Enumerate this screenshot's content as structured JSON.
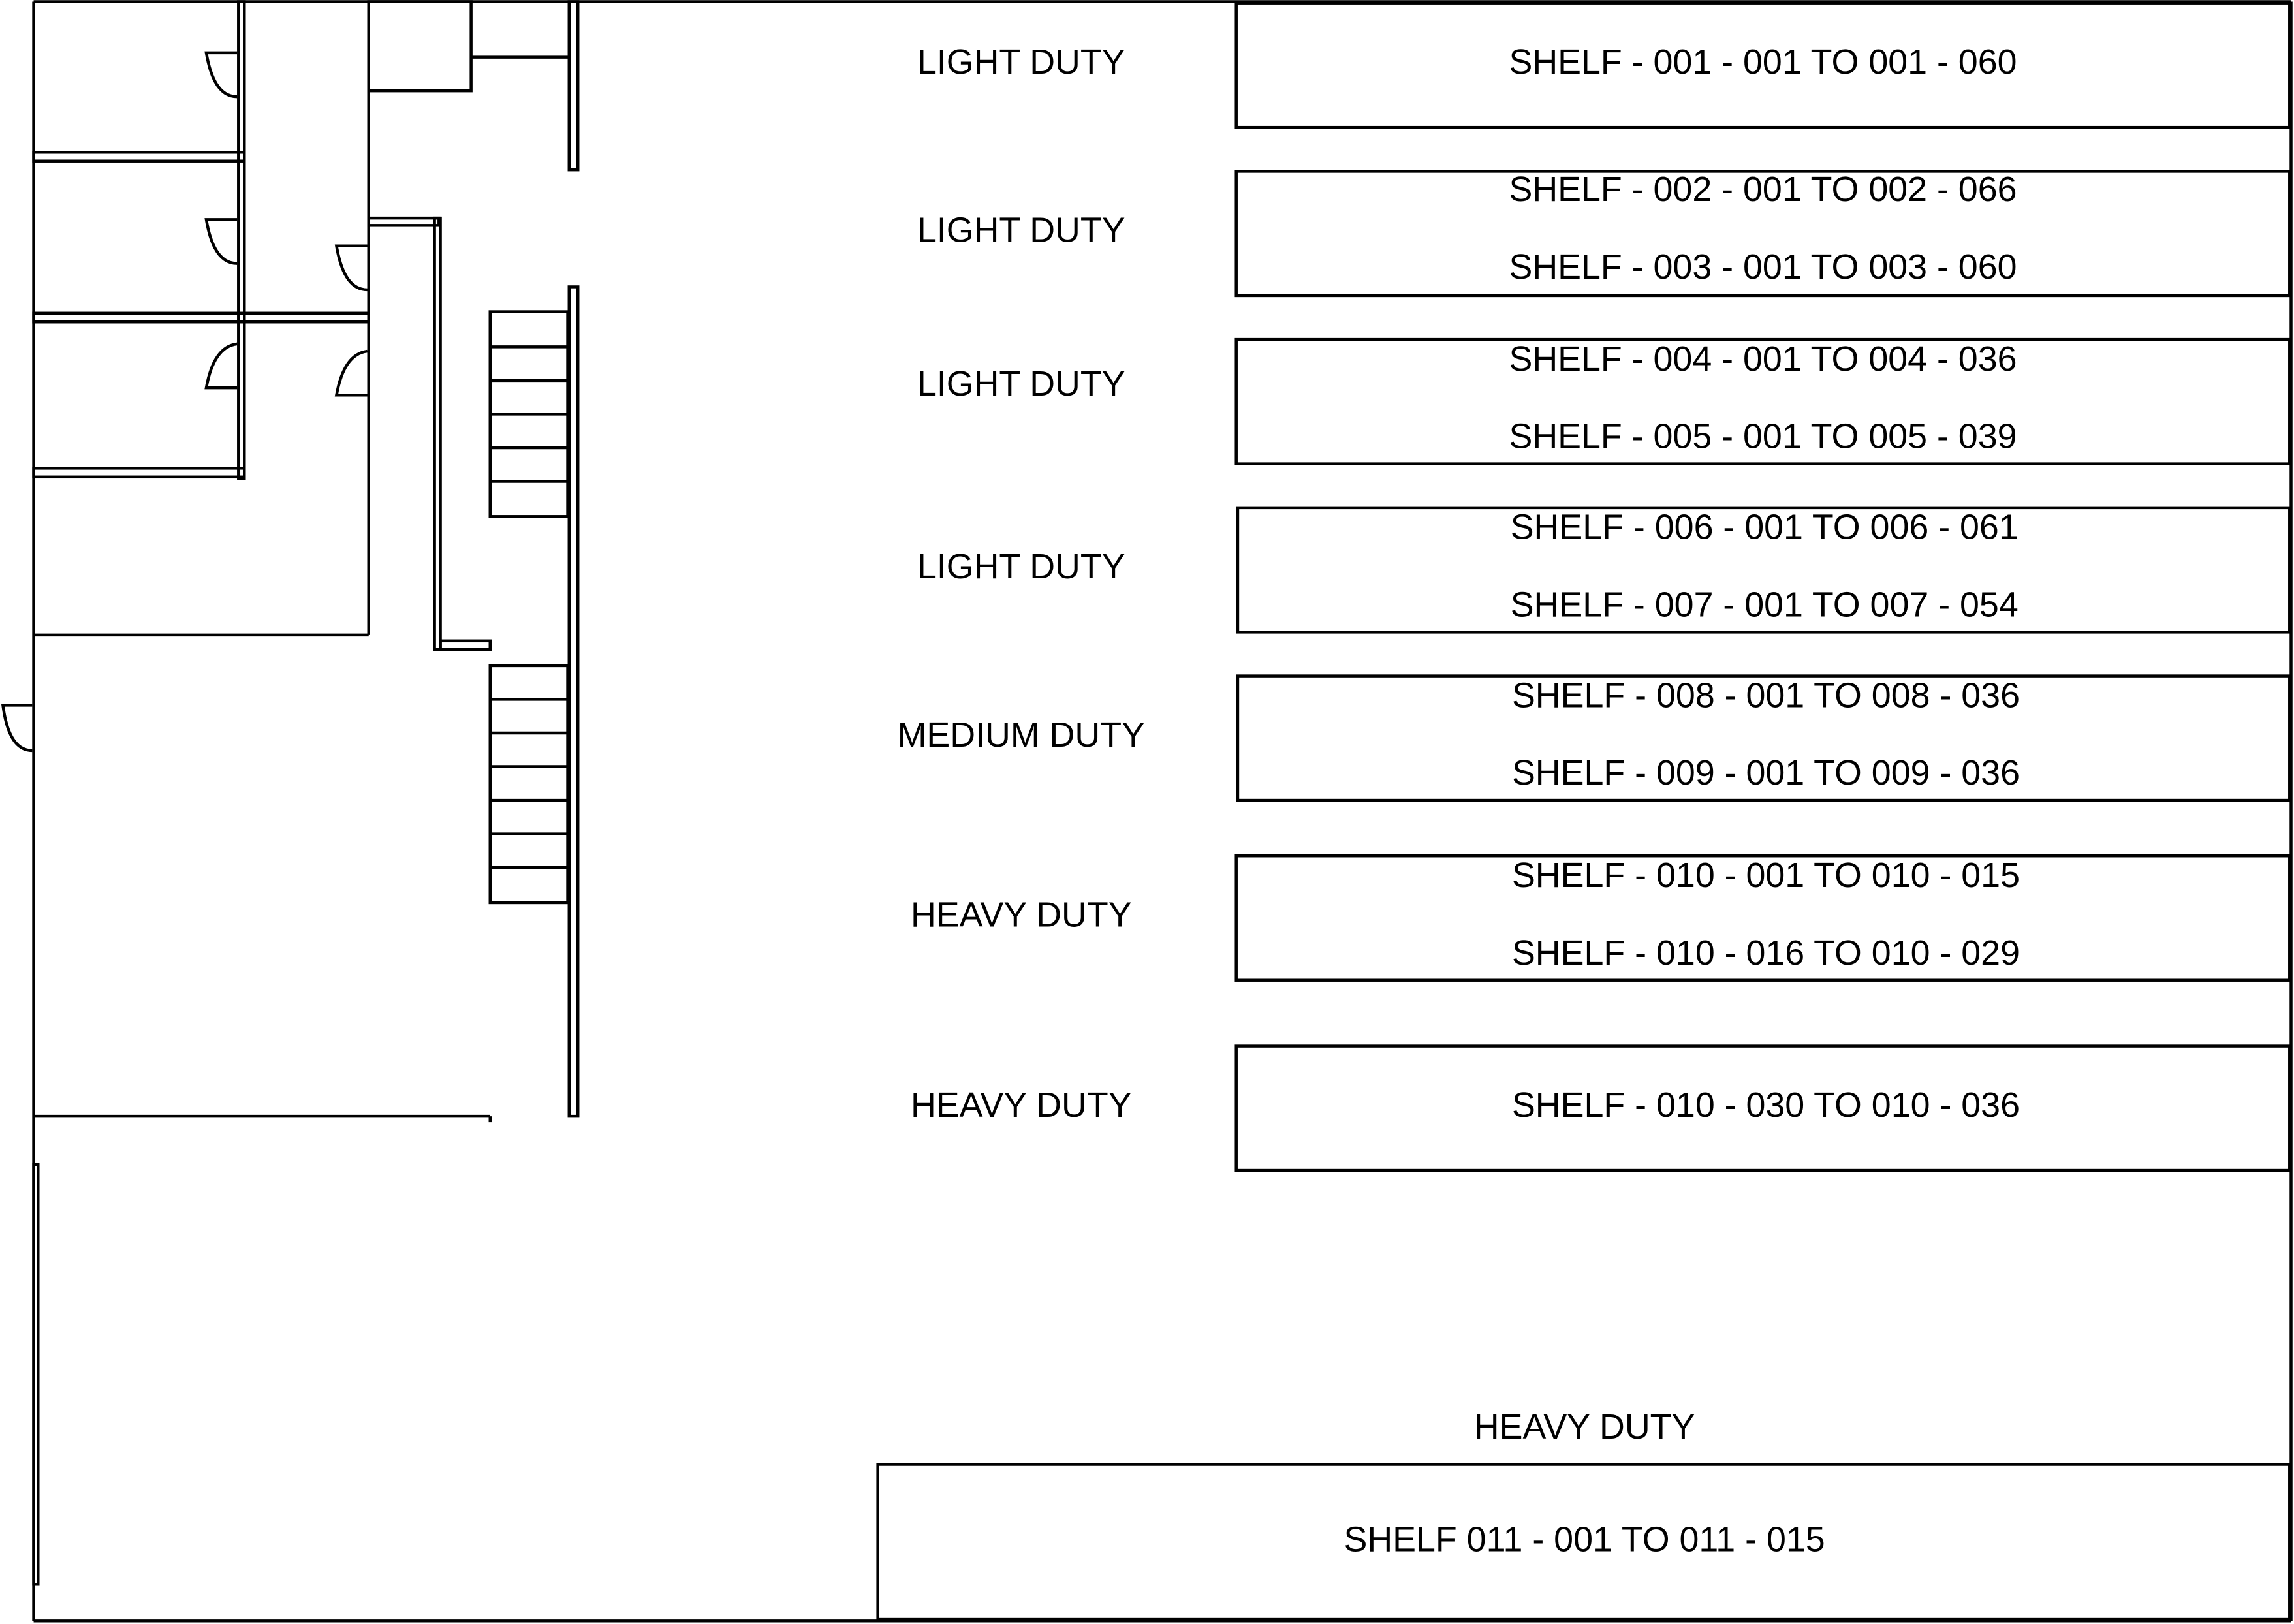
{
  "title": "Warehouse Shelf Floor Plan",
  "rows": [
    {
      "duty": "LIGHT DUTY",
      "shelves": [
        "SHELF - 001 - 001 TO 001 - 060"
      ]
    },
    {
      "duty": "LIGHT DUTY",
      "shelves": [
        "SHELF - 002 - 001 TO 002 - 066",
        "SHELF - 003 - 001 TO 003 - 060"
      ]
    },
    {
      "duty": "LIGHT DUTY",
      "shelves": [
        "SHELF - 004 - 001 TO 004 - 036",
        "SHELF - 005 - 001 TO 005 - 039"
      ]
    },
    {
      "duty": "LIGHT DUTY",
      "shelves": [
        "SHELF - 006 - 001 TO 006 - 061",
        "SHELF - 007 - 001 TO 007 - 054"
      ]
    },
    {
      "duty": "MEDIUM DUTY",
      "shelves": [
        "SHELF - 008 - 001 TO 008 - 036",
        "SHELF - 009 - 001 TO 009 - 036"
      ]
    },
    {
      "duty": "HEAVY DUTY",
      "shelves": [
        "SHELF - 010 - 001 TO 010 - 015",
        "SHELF - 010 - 016 TO 010 - 029"
      ]
    },
    {
      "duty": "HEAVY DUTY",
      "shelves": [
        "SHELF - 010 - 030 TO 010 - 036"
      ]
    }
  ],
  "bottom": {
    "duty": "HEAVY DUTY",
    "shelf": "SHELF 011 - 001 TO 011 - 015"
  }
}
